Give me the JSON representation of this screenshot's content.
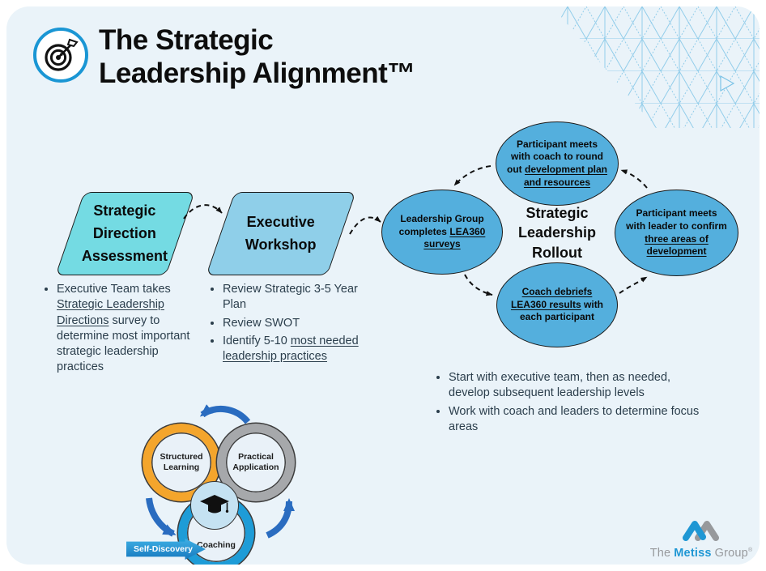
{
  "header": {
    "title": "The Strategic\nLeadership Alignment™"
  },
  "flow": {
    "step1": {
      "label": "Strategic\nDirection\nAssessment"
    },
    "step2": {
      "label": "Executive\nWorkshop"
    },
    "center_label": "Strategic\nLeadership\nRollout",
    "ellipse_left": {
      "pre": "Leadership Group completes ",
      "u": "LEA360 surveys",
      "post": ""
    },
    "ellipse_top": {
      "pre": "Participant meets with coach to round out ",
      "u": "development plan and resources",
      "post": ""
    },
    "ellipse_right": {
      "pre": "Participant meets with leader to confirm ",
      "u": "three areas of development",
      "post": ""
    },
    "ellipse_bottom": {
      "pre": "",
      "u": "Coach debriefs LEA360 results",
      "post": " with each participant"
    }
  },
  "lists": {
    "assessment": [
      {
        "pre": "Executive Team takes ",
        "u": "Strategic Leadership Directions",
        "post": " survey to determine most important strategic leadership practices"
      }
    ],
    "workshop": [
      {
        "pre": "Review Strategic 3-5 Year Plan",
        "u": "",
        "post": ""
      },
      {
        "pre": "Review SWOT",
        "u": "",
        "post": ""
      },
      {
        "pre": "Identify 5-10 ",
        "u": "most needed leadership practices",
        "post": ""
      }
    ],
    "rollout": [
      {
        "pre": "Start with executive team, then as needed, develop subsequent leadership levels",
        "u": "",
        "post": ""
      },
      {
        "pre": "Work with coach and leaders to determine focus areas",
        "u": "",
        "post": ""
      }
    ]
  },
  "venn": {
    "circle1": "Structured\nLearning",
    "circle2": "Practical\nApplication",
    "circle3": "Coaching",
    "banner": "Self-Discovery"
  },
  "logo": {
    "part1": "The",
    "part2": "Metiss",
    "part3": "Group",
    "reg": "®"
  },
  "colors": {
    "bg": "#EAF3F9",
    "ink": "#0d0d0d",
    "text": "#2B3E4C",
    "para1": "#74DBE3",
    "para2": "#8FCFE9",
    "ellipse": "#54AFDD",
    "ring_orange": "#F4A52C",
    "ring_gray": "#A6A8AB",
    "ring_blue": "#1E9CD7",
    "center_fill": "#C5E2F2",
    "venn_arrow": "#2A6CC0",
    "banner_top": "#3FB0E5",
    "banner_bottom": "#1678BE",
    "logo_blue": "#1F97D4",
    "logo_gray": "#97999C",
    "pattern": "#7CC3E6",
    "badge_ring": "#1A96D4"
  }
}
